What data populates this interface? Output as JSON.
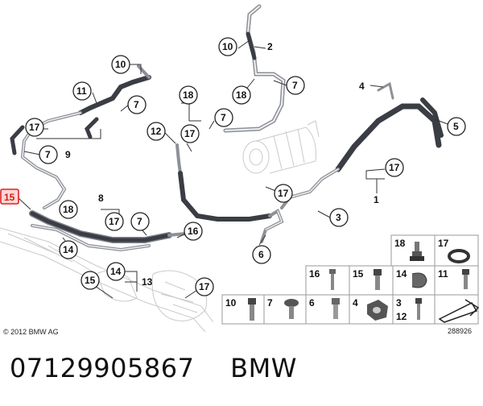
{
  "caption": {
    "part_number": "07129905867",
    "brand": "BMW"
  },
  "diagram": {
    "copyright": "© 2012 BMW AG",
    "image_number": "288926",
    "callouts": {
      "c2": "2",
      "c3": "3",
      "c4": "4",
      "c5": "5",
      "c6": "6",
      "c7a": "7",
      "c7b": "7",
      "c7c": "7",
      "c7d": "7",
      "c7e": "7",
      "c8": "8",
      "c9": "9",
      "c10a": "10",
      "c10b": "10",
      "c11": "11",
      "c12": "12",
      "c13": "13",
      "c14a": "14",
      "c14b": "14",
      "c15a": "15",
      "c15b": "15",
      "c16": "16",
      "c17a": "17",
      "c17b": "17",
      "c17c": "17",
      "c17d": "17",
      "c17e": "17",
      "c17f": "17",
      "c18a": "18",
      "c18b": "18",
      "c18c": "18",
      "c1": "1"
    },
    "highlighted_callout": "15",
    "parts_grid": {
      "row1": [
        "18",
        "17"
      ],
      "row2": [
        "16",
        "15",
        "14",
        "11"
      ],
      "row3": [
        "10",
        "7",
        "6",
        "4",
        "3"
      ],
      "row3_sub": "12"
    }
  }
}
